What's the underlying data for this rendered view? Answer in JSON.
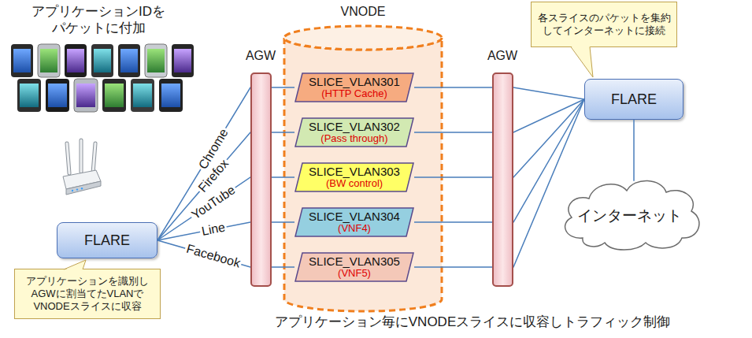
{
  "diagram": {
    "caption": "アプリケーション毎にVNODEスライスに収容しトラフィック制御",
    "nodes": [
      {
        "text": [
          "VNODE"
        ]
      },
      {
        "text": [
          "SLICE_VLAN301",
          "(HTTP Cache)"
        ],
        "in": 0
      },
      {
        "text": [
          "SLICE_VLAN302",
          "(Pass through)"
        ],
        "in": 0
      },
      {
        "text": [
          "SLICE_VLAN303",
          "(BW control)"
        ],
        "in": 0
      },
      {
        "text": [
          "SLICE_VLAN304",
          "(VNF4)"
        ],
        "in": 0
      },
      {
        "text": [
          "SLICE_VLAN305",
          "(VNF5)"
        ],
        "in": 0
      },
      {
        "text": [
          "AGW"
        ]
      },
      {
        "text": [
          "AGW"
        ]
      },
      {
        "text": [
          "FLARE"
        ]
      },
      {
        "text": [
          "アプリケーションを識別し AGWに割当てたVLANで VNODEスライスに収容"
        ]
      },
      {
        "text": [
          "FLARE"
        ]
      },
      {
        "text": [
          "各スライスのパケットを集約 してインターネットに接続"
        ]
      },
      {
        "text": [
          "インターネット"
        ]
      }
    ],
    "edges": [
      {
        "from": 8,
        "to": 1,
        "arrow": "none",
        "label": "Chrome"
      },
      {
        "from": 8,
        "to": 2,
        "arrow": "none",
        "label": "Firefox"
      },
      {
        "from": 8,
        "to": 3,
        "arrow": "none",
        "label": "YouTube"
      },
      {
        "from": 8,
        "to": 4,
        "arrow": "none",
        "label": "Line"
      },
      {
        "from": 8,
        "to": 5,
        "arrow": "none",
        "label": "Facebook"
      },
      {
        "from": 1,
        "to": 10,
        "arrow": "none"
      },
      {
        "from": 2,
        "to": 10,
        "arrow": "none"
      },
      {
        "from": 3,
        "to": 10,
        "arrow": "none"
      },
      {
        "from": 4,
        "to": 10,
        "arrow": "none"
      },
      {
        "from": 5,
        "to": 10,
        "arrow": "none"
      },
      {
        "from": 10,
        "to": 12,
        "arrow": "none"
      }
    ],
    "labels": [
      "アプリケーションIDを パケットに付加"
    ]
  }
}
